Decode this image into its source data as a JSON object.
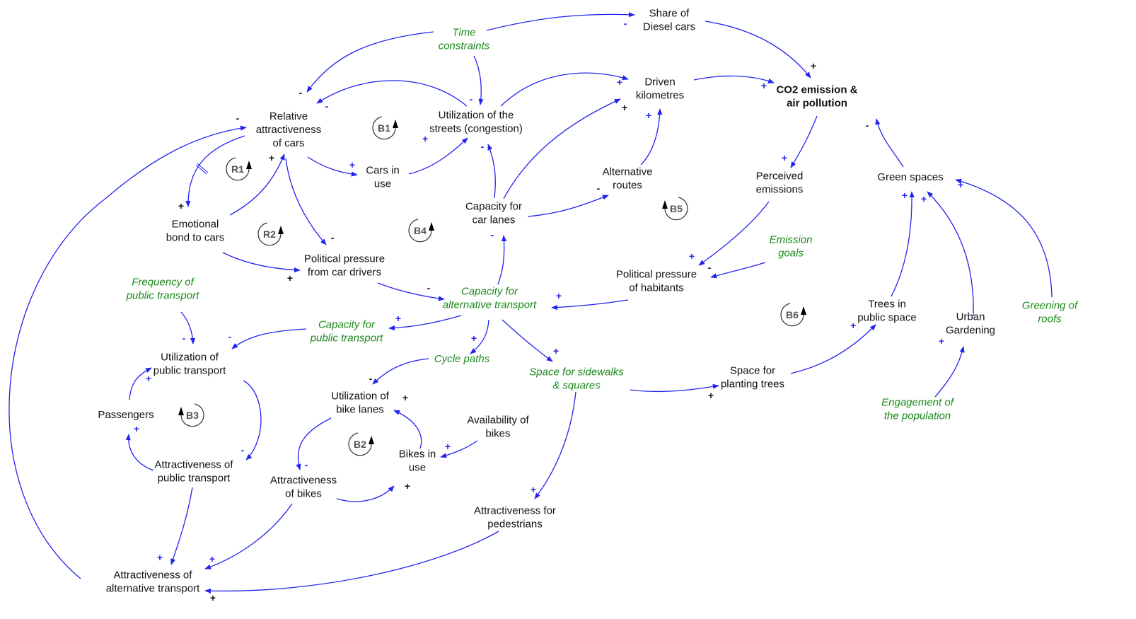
{
  "colors": {
    "edge": "#2323f0",
    "node_text": "#111111",
    "exogenous_text": "#1a8a1a",
    "polarity_blue": "#2323f0",
    "polarity_black": "#111111",
    "loop_label": "#555555"
  },
  "nodes": [
    {
      "id": "diesel",
      "lines": [
        "Share of",
        "Diesel cars"
      ],
      "kind": "var"
    },
    {
      "id": "time",
      "lines": [
        "Time",
        "constraints"
      ],
      "kind": "ext"
    },
    {
      "id": "relcars",
      "lines": [
        "Relative",
        "attractiveness",
        "of cars"
      ],
      "kind": "var"
    },
    {
      "id": "util_streets",
      "lines": [
        "Utilization of the",
        "streets (congestion)"
      ],
      "kind": "var"
    },
    {
      "id": "driven",
      "lines": [
        "Driven",
        "kilometres"
      ],
      "kind": "var"
    },
    {
      "id": "co2",
      "lines": [
        "CO2 emission &",
        "air pollution"
      ],
      "kind": "bold"
    },
    {
      "id": "cars_use",
      "lines": [
        "Cars in",
        "use"
      ],
      "kind": "var"
    },
    {
      "id": "alt_routes",
      "lines": [
        "Alternative",
        "routes"
      ],
      "kind": "var"
    },
    {
      "id": "perceived",
      "lines": [
        "Perceived",
        "emissions"
      ],
      "kind": "var"
    },
    {
      "id": "green",
      "lines": [
        "Green spaces"
      ],
      "kind": "var"
    },
    {
      "id": "emotional",
      "lines": [
        "Emotional",
        "bond to cars"
      ],
      "kind": "var"
    },
    {
      "id": "cap_car",
      "lines": [
        "Capacity for",
        "car lanes"
      ],
      "kind": "var"
    },
    {
      "id": "pol_drivers",
      "lines": [
        "Political pressure",
        "from car drivers"
      ],
      "kind": "var"
    },
    {
      "id": "emission_goals",
      "lines": [
        "Emission",
        "goals"
      ],
      "kind": "ext"
    },
    {
      "id": "pol_hab",
      "lines": [
        "Political pressure",
        "of habitants"
      ],
      "kind": "var"
    },
    {
      "id": "freq_pt",
      "lines": [
        "Frequency of",
        "public transport"
      ],
      "kind": "ext"
    },
    {
      "id": "cap_alt",
      "lines": [
        "Capacity for",
        "alternative transport"
      ],
      "kind": "ext"
    },
    {
      "id": "greening",
      "lines": [
        "Greening of",
        "roofs"
      ],
      "kind": "ext"
    },
    {
      "id": "cap_pt",
      "lines": [
        "Capacity for",
        "public transport"
      ],
      "kind": "ext"
    },
    {
      "id": "util_pt",
      "lines": [
        "Utilization of",
        "public transport"
      ],
      "kind": "var"
    },
    {
      "id": "trees",
      "lines": [
        "Trees in",
        "public space"
      ],
      "kind": "var"
    },
    {
      "id": "urban",
      "lines": [
        "Urban",
        "Gardening"
      ],
      "kind": "var"
    },
    {
      "id": "cycle",
      "lines": [
        "Cycle paths"
      ],
      "kind": "ext"
    },
    {
      "id": "sidewalks",
      "lines": [
        "Space for sidewalks",
        "& squares"
      ],
      "kind": "ext"
    },
    {
      "id": "space_trees",
      "lines": [
        "Space for",
        "planting trees"
      ],
      "kind": "var"
    },
    {
      "id": "util_bike",
      "lines": [
        "Utilization of",
        "bike lanes"
      ],
      "kind": "var"
    },
    {
      "id": "passengers",
      "lines": [
        "Passengers"
      ],
      "kind": "var"
    },
    {
      "id": "avail_bikes",
      "lines": [
        "Availability of",
        "bikes"
      ],
      "kind": "var"
    },
    {
      "id": "engagement",
      "lines": [
        "Engagement of",
        "the population"
      ],
      "kind": "ext"
    },
    {
      "id": "bikes_use",
      "lines": [
        "Bikes in",
        "use"
      ],
      "kind": "var"
    },
    {
      "id": "attr_pt",
      "lines": [
        "Attractiveness of",
        "public transport"
      ],
      "kind": "var"
    },
    {
      "id": "attr_bikes",
      "lines": [
        "Attractiveness",
        "of bikes"
      ],
      "kind": "var"
    },
    {
      "id": "attr_ped",
      "lines": [
        "Attractiveness for",
        "pedestrians"
      ],
      "kind": "var"
    },
    {
      "id": "attr_alt",
      "lines": [
        "Attractiveness of",
        "alternative transport"
      ],
      "kind": "var"
    }
  ],
  "edges": [
    {
      "from": "time",
      "to": "diesel",
      "sign": "-",
      "sign_color": "blue"
    },
    {
      "from": "time",
      "to": "relcars",
      "sign": "-",
      "sign_color": "black"
    },
    {
      "from": "time",
      "to": "util_streets",
      "sign": "-",
      "sign_color": "blue"
    },
    {
      "from": "diesel",
      "to": "co2",
      "sign": "+",
      "sign_color": "black"
    },
    {
      "from": "util_streets",
      "to": "relcars",
      "sign": "-",
      "sign_color": "blue"
    },
    {
      "from": "util_streets",
      "to": "driven",
      "sign": "+",
      "sign_color": "blue"
    },
    {
      "from": "driven",
      "to": "co2",
      "sign": "+",
      "sign_color": "blue"
    },
    {
      "from": "relcars",
      "to": "cars_use",
      "sign": "+",
      "sign_color": "blue"
    },
    {
      "from": "cars_use",
      "to": "util_streets",
      "sign": "+",
      "sign_color": "blue"
    },
    {
      "from": "relcars",
      "to": "emotional",
      "sign": "+",
      "sign_color": "black",
      "delay": true
    },
    {
      "from": "emotional",
      "to": "relcars",
      "sign": "+",
      "sign_color": "black"
    },
    {
      "from": "relcars",
      "to": "pol_drivers",
      "sign": "-",
      "sign_color": "black"
    },
    {
      "from": "emotional",
      "to": "pol_drivers",
      "sign": "+",
      "sign_color": "black"
    },
    {
      "from": "pol_drivers",
      "to": "cap_alt",
      "sign": "-",
      "sign_color": "black"
    },
    {
      "from": "cap_car",
      "to": "util_streets",
      "sign": "-",
      "sign_color": "blue"
    },
    {
      "from": "cap_car",
      "to": "driven",
      "sign": "+",
      "sign_color": "black"
    },
    {
      "from": "cap_car",
      "to": "alt_routes",
      "sign": "-",
      "sign_color": "black"
    },
    {
      "from": "alt_routes",
      "to": "driven",
      "sign": "+",
      "sign_color": "blue"
    },
    {
      "from": "cap_alt",
      "to": "cap_car",
      "sign": "-",
      "sign_color": "blue"
    },
    {
      "from": "co2",
      "to": "perceived",
      "sign": "+",
      "sign_color": "blue"
    },
    {
      "from": "green",
      "to": "co2",
      "sign": "-",
      "sign_color": "black"
    },
    {
      "from": "perceived",
      "to": "pol_hab",
      "sign": "+",
      "sign_color": "blue"
    },
    {
      "from": "emission_goals",
      "to": "pol_hab",
      "sign": "-",
      "sign_color": "black"
    },
    {
      "from": "pol_hab",
      "to": "cap_alt",
      "sign": "+",
      "sign_color": "blue"
    },
    {
      "from": "cap_alt",
      "to": "cap_pt",
      "sign": "+",
      "sign_color": "blue"
    },
    {
      "from": "cap_alt",
      "to": "cycle",
      "sign": "+",
      "sign_color": "blue"
    },
    {
      "from": "cap_alt",
      "to": "sidewalks",
      "sign": "+",
      "sign_color": "blue"
    },
    {
      "from": "freq_pt",
      "to": "util_pt",
      "sign": "-",
      "sign_color": "blue"
    },
    {
      "from": "cap_pt",
      "to": "util_pt",
      "sign": "-",
      "sign_color": "blue"
    },
    {
      "from": "util_pt",
      "to": "attr_pt",
      "sign": "-",
      "sign_color": "blue"
    },
    {
      "from": "attr_pt",
      "to": "passengers",
      "sign": "+",
      "sign_color": "blue"
    },
    {
      "from": "passengers",
      "to": "util_pt",
      "sign": "+",
      "sign_color": "blue"
    },
    {
      "from": "attr_pt",
      "to": "attr_alt",
      "sign": "+",
      "sign_color": "blue"
    },
    {
      "from": "cycle",
      "to": "util_bike",
      "sign": "-",
      "sign_color": "black"
    },
    {
      "from": "util_bike",
      "to": "attr_bikes",
      "sign": "-",
      "sign_color": "blue"
    },
    {
      "from": "attr_bikes",
      "to": "bikes_use",
      "sign": "+",
      "sign_color": "black"
    },
    {
      "from": "bikes_use",
      "to": "util_bike",
      "sign": "+",
      "sign_color": "black"
    },
    {
      "from": "avail_bikes",
      "to": "bikes_use",
      "sign": "+",
      "sign_color": "blue"
    },
    {
      "from": "attr_bikes",
      "to": "attr_alt",
      "sign": "+",
      "sign_color": "blue"
    },
    {
      "from": "sidewalks",
      "to": "space_trees",
      "sign": "+",
      "sign_color": "black"
    },
    {
      "from": "sidewalks",
      "to": "attr_ped",
      "sign": "+",
      "sign_color": "blue"
    },
    {
      "from": "attr_ped",
      "to": "attr_alt",
      "sign": "+",
      "sign_color": "black"
    },
    {
      "from": "space_trees",
      "to": "trees",
      "sign": "+",
      "sign_color": "blue"
    },
    {
      "from": "trees",
      "to": "green",
      "sign": "+",
      "sign_color": "blue"
    },
    {
      "from": "urban",
      "to": "green",
      "sign": "+",
      "sign_color": "blue"
    },
    {
      "from": "greening",
      "to": "green",
      "sign": "+",
      "sign_color": "blue"
    },
    {
      "from": "engagement",
      "to": "urban",
      "sign": "+",
      "sign_color": "blue"
    },
    {
      "from": "attr_alt",
      "to": "relcars",
      "sign": "-",
      "sign_color": "black"
    }
  ],
  "loops": [
    {
      "id": "R1",
      "label": "R1"
    },
    {
      "id": "R2",
      "label": "R2"
    },
    {
      "id": "B1",
      "label": "B1"
    },
    {
      "id": "B2",
      "label": "B2"
    },
    {
      "id": "B3",
      "label": "B3"
    },
    {
      "id": "B4",
      "label": "B4"
    },
    {
      "id": "B5",
      "label": "B5"
    },
    {
      "id": "B6",
      "label": "B6"
    }
  ]
}
